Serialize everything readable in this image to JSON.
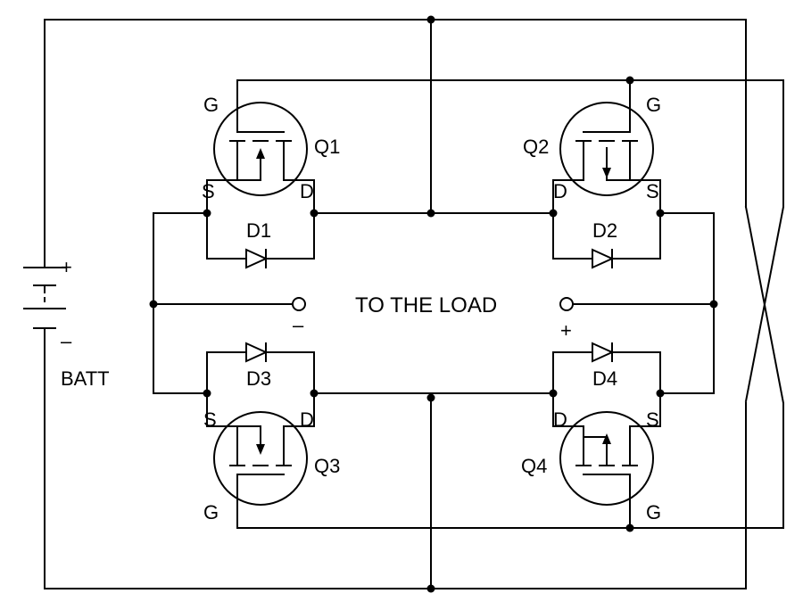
{
  "diagram": {
    "center_label": "TO THE LOAD",
    "battery": {
      "label": "BATT",
      "plus": "+",
      "minus": "–"
    },
    "load_terminals": {
      "left_sign": "–",
      "right_sign": "+"
    },
    "transistors": [
      {
        "id": "Q1",
        "gate": "G",
        "source": "S",
        "drain": "D"
      },
      {
        "id": "Q2",
        "gate": "G",
        "source": "S",
        "drain": "D"
      },
      {
        "id": "Q3",
        "gate": "G",
        "source": "S",
        "drain": "D"
      },
      {
        "id": "Q4",
        "gate": "G",
        "source": "S",
        "drain": "D"
      }
    ],
    "diodes": [
      {
        "id": "D1"
      },
      {
        "id": "D2"
      },
      {
        "id": "D3"
      },
      {
        "id": "D4"
      }
    ]
  }
}
